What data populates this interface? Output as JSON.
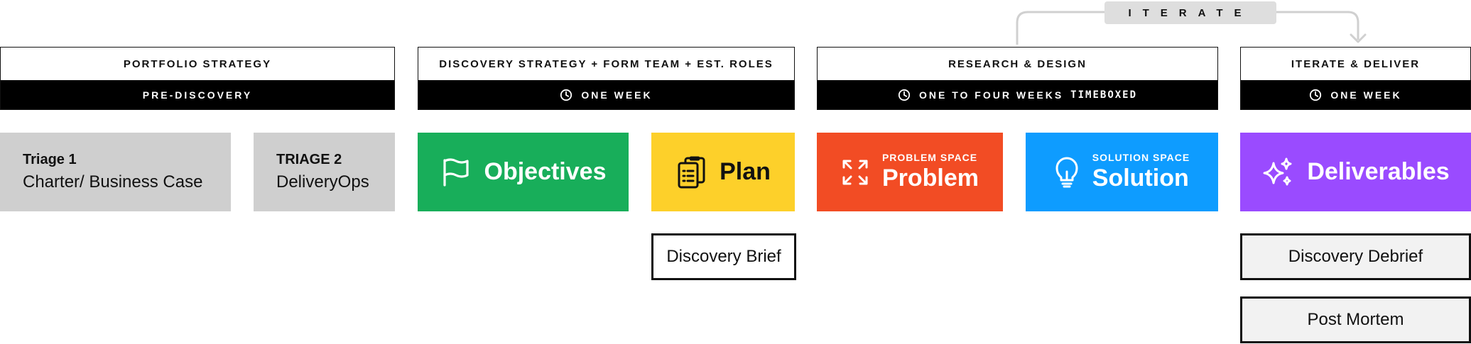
{
  "colors": {
    "black": "#000000",
    "gray_card": "#cfcfcf",
    "objectives": "#18ae5a",
    "plan": "#fdd02a",
    "problem": "#f24c24",
    "solution": "#0e9cff",
    "deliverables": "#9a4bff"
  },
  "iterate": {
    "label": "ITERATE"
  },
  "phases": [
    {
      "title": "PORTFOLIO STRATEGY",
      "bar": "PRE-DISCOVERY"
    },
    {
      "title": "DISCOVERY STRATEGY + FORM TEAM + EST. ROLES",
      "bar": "ONE WEEK"
    },
    {
      "title": "RESEARCH & DESIGN",
      "bar": "ONE TO FOUR WEEKS",
      "bar_strong": "TIMEBOXED"
    },
    {
      "title": "ITERATE & DELIVER",
      "bar": "ONE WEEK"
    }
  ],
  "cards": {
    "triage1": {
      "title": "Triage 1",
      "sub": "Charter/ Business Case"
    },
    "triage2": {
      "title": "TRIAGE 2",
      "sub": "DeliveryOps"
    },
    "objectives": {
      "title": "Objectives",
      "icon": "flag-icon"
    },
    "plan": {
      "title": "Plan",
      "icon": "clipboard-icon"
    },
    "problem": {
      "eyebrow": "PROBLEM SPACE",
      "title": "Problem",
      "icon": "expand-arrows-icon"
    },
    "solution": {
      "eyebrow": "SOLUTION SPACE",
      "title": "Solution",
      "icon": "lightbulb-icon"
    },
    "deliverables": {
      "title": "Deliverables",
      "icon": "sparkles-icon"
    }
  },
  "outputs": {
    "discovery_brief": "Discovery Brief",
    "discovery_debrief": "Discovery Debrief",
    "post_mortem": "Post Mortem"
  }
}
